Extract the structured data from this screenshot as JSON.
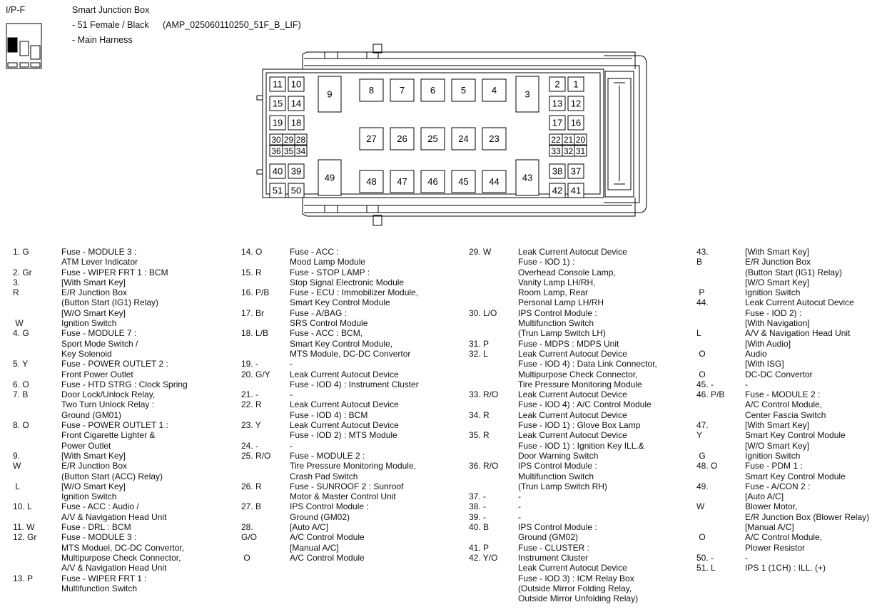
{
  "header": {
    "code": "I/P-F",
    "title": "Smart Junction Box",
    "line2": "- 51 Female / Black",
    "part_no": "(AMP_025060110250_51F_B_LIF)",
    "line3": "- Main Harness"
  },
  "pins": [
    "1",
    "2",
    "3",
    "4",
    "5",
    "6",
    "7",
    "8",
    "9",
    "10",
    "11",
    "12",
    "13",
    "14",
    "15",
    "16",
    "17",
    "18",
    "19",
    "20",
    "21",
    "22",
    "23",
    "24",
    "25",
    "26",
    "27",
    "28",
    "29",
    "30",
    "31",
    "32",
    "33",
    "34",
    "35",
    "36",
    "37",
    "38",
    "39",
    "40",
    "41",
    "42",
    "43",
    "44",
    "45",
    "46",
    "47",
    "48",
    "49",
    "50",
    "51"
  ],
  "legend": [
    [
      [
        "1. G",
        "Fuse - MODULE 3 :"
      ],
      [
        "",
        "ATM Lever Indicator"
      ],
      [
        "2. Gr",
        "Fuse - WIPER FRT 1 : BCM"
      ],
      [
        "3.",
        "[With Smart Key]"
      ],
      [
        "R",
        "E/R Junction Box"
      ],
      [
        "",
        "(Button Start (IG1) Relay)"
      ],
      [
        "",
        "[W/O Smart Key]"
      ],
      [
        " W",
        "Ignition Switch"
      ],
      [
        "4. G",
        "Fuse - MODULE 7 :"
      ],
      [
        "",
        "Sport Mode Switch /"
      ],
      [
        "",
        "Key Solenoid"
      ],
      [
        "5. Y",
        "Fuse - POWER OUTLET 2 :"
      ],
      [
        "",
        "Front Power Outlet"
      ],
      [
        "6. O",
        "Fuse - HTD STRG : Clock Spring"
      ],
      [
        "7. B",
        "Door Lock/Unlock Relay,"
      ],
      [
        "",
        "Two Turn Unlock Relay :"
      ],
      [
        "",
        "Ground (GM01)"
      ],
      [
        "8. O",
        "Fuse - POWER OUTLET 1 :"
      ],
      [
        "",
        "Front Cigarette Lighter &"
      ],
      [
        "",
        "Power Outlet"
      ],
      [
        "9.",
        "[With Smart Key]"
      ],
      [
        "W",
        "E/R Junction Box"
      ],
      [
        "",
        "(Button Start (ACC) Relay)"
      ],
      [
        " L",
        "[W/O Smart Key]"
      ],
      [
        "",
        "Ignition Switch"
      ],
      [
        "10. L",
        "Fuse - ACC : Audio /"
      ],
      [
        "",
        "A/V & Navigation Head Unit"
      ],
      [
        "11. W",
        "Fuse - DRL : BCM"
      ],
      [
        "12. Gr",
        "Fuse - MODULE 3 :"
      ],
      [
        "",
        "MTS Moduel, DC-DC Convertor,"
      ],
      [
        "",
        "Multipurpose Check Connector,"
      ],
      [
        "",
        "A/V & Navigation Head Unit"
      ],
      [
        "13. P",
        "Fuse - WIPER FRT 1 :"
      ],
      [
        "",
        "Multifunction Switch"
      ]
    ],
    [
      [
        "14. O",
        "Fuse - ACC :"
      ],
      [
        "",
        "Mood Lamp Module"
      ],
      [
        "15. R",
        "Fuse - STOP LAMP :"
      ],
      [
        "",
        "Stop Signal Electronic Module"
      ],
      [
        "16. P/B",
        "Fuse - ECU : Immobilizer Module,"
      ],
      [
        "",
        "Smart Key Control Module"
      ],
      [
        "17. Br",
        "Fuse - A/BAG :"
      ],
      [
        "",
        "SRS Control Module"
      ],
      [
        "18. L/B",
        "Fuse - ACC : BCM,"
      ],
      [
        "",
        "Smart Key Control Module,"
      ],
      [
        "",
        "MTS Module, DC-DC Convertor"
      ],
      [
        "19. -",
        "-"
      ],
      [
        "20. G/Y",
        "Leak Current Autocut Device"
      ],
      [
        "",
        "Fuse - IOD 4) : Instrument Cluster"
      ],
      [
        "21. -",
        "-"
      ],
      [
        "22. R",
        "Leak Current Autocut Device"
      ],
      [
        "",
        "Fuse - IOD 4) : BCM"
      ],
      [
        "23. Y",
        "Leak Current Autocut Device"
      ],
      [
        "",
        "Fuse - IOD 2) : MTS Module"
      ],
      [
        "24. -",
        "-"
      ],
      [
        "25. R/O",
        "Fuse - MODULE 2 :"
      ],
      [
        "",
        "Tire Pressure Monitoring Module,"
      ],
      [
        "",
        "Crash Pad Switch"
      ],
      [
        "26. R",
        "Fuse - SUNROOF 2 : Sunroof"
      ],
      [
        "",
        "Motor & Master Control Unit"
      ],
      [
        "27. B",
        "IPS Control Module :"
      ],
      [
        "",
        "Ground (GM02)"
      ],
      [
        "28.",
        "[Auto A/C]"
      ],
      [
        "G/O",
        "A/C Control Module"
      ],
      [
        "",
        "[Manual A/C]"
      ],
      [
        " O",
        "A/C Control Module"
      ]
    ],
    [
      [
        "29. W",
        "Leak Current Autocut Device"
      ],
      [
        "",
        "Fuse - IOD 1) :"
      ],
      [
        "",
        "Overhead Console Lamp,"
      ],
      [
        "",
        "Vanity Lamp LH/RH,"
      ],
      [
        "",
        "Room Lamp, Rear"
      ],
      [
        "",
        "Personal Lamp LH/RH"
      ],
      [
        "30. L/O",
        "IPS Control Module :"
      ],
      [
        "",
        "Multifunction Switch"
      ],
      [
        "",
        "(Trun Lamp Switch LH)"
      ],
      [
        "31. P",
        "Fuse - MDPS : MDPS Unit"
      ],
      [
        "32. L",
        "Leak Current Autocut Device"
      ],
      [
        "",
        "Fuse - IOD 4) : Data Link Connector,"
      ],
      [
        "",
        "Multipurpose Check Connector,"
      ],
      [
        "",
        "Tire Pressure Monitoring Module"
      ],
      [
        "33. R/O",
        "Leak Current Autocut Device"
      ],
      [
        "",
        "Fuse - IOD 4) : A/C Control Module"
      ],
      [
        "34. R",
        "Leak Current Autocut Device"
      ],
      [
        "",
        "Fuse - IOD 1) : Glove Box Lamp"
      ],
      [
        "35. R",
        "Leak Current Autocut Device"
      ],
      [
        "",
        "Fuse - IOD 1) : Ignition Key ILL.&"
      ],
      [
        "",
        "Door Warning Switch"
      ],
      [
        "36. R/O",
        "IPS Control Module :"
      ],
      [
        "",
        "Multifunction Switch"
      ],
      [
        "",
        "(Trun Lamp Switch RH)"
      ],
      [
        "37. -",
        "-"
      ],
      [
        "38. -",
        "-"
      ],
      [
        "39. -",
        "-"
      ],
      [
        "40. B",
        "IPS Control Module :"
      ],
      [
        "",
        "Ground (GM02)"
      ],
      [
        "41. P",
        "Fuse - CLUSTER :"
      ],
      [
        "42. Y/O",
        "Instrument Cluster"
      ],
      [
        "",
        "Leak Current Autocut Device"
      ],
      [
        "",
        "Fuse - IOD 3) : ICM Relay Box"
      ],
      [
        "",
        "(Outside Mirror Folding Relay,"
      ],
      [
        "",
        "Outside Mirror Unfolding Relay)"
      ]
    ],
    [
      [
        "43.",
        "[With Smart Key]"
      ],
      [
        "B",
        "E/R Junction Box"
      ],
      [
        "",
        "(Button Start (IG1) Relay)"
      ],
      [
        "",
        "[W/O Smart Key]"
      ],
      [
        " P",
        "Ignition Switch"
      ],
      [
        "44.",
        "Leak Current Autocut Device"
      ],
      [
        "",
        "Fuse - IOD 2) :"
      ],
      [
        "",
        "[With Navigation]"
      ],
      [
        "L",
        "A/V & Navigation Head Unit"
      ],
      [
        "",
        "[With Audio]"
      ],
      [
        " O",
        "Audio"
      ],
      [
        "",
        "[With ISG]"
      ],
      [
        " O",
        "DC-DC Convertor"
      ],
      [
        "45. -",
        "-"
      ],
      [
        "46. P/B",
        "Fuse - MODULE 2 :"
      ],
      [
        "",
        "A/C Control Module,"
      ],
      [
        "",
        "Center Fascia Switch"
      ],
      [
        "47.",
        "[With Smart Key]"
      ],
      [
        "Y",
        "Smart Key Control Module"
      ],
      [
        "",
        "[W/O Smart Key]"
      ],
      [
        " G",
        "Ignition Switch"
      ],
      [
        "48. O",
        "Fuse - PDM 1 :"
      ],
      [
        "",
        "Smart Key Control Module"
      ],
      [
        "49.",
        "Fuse - A/CON 2 :"
      ],
      [
        "",
        "[Auto A/C]"
      ],
      [
        "W",
        "Blower Motor,"
      ],
      [
        "",
        "E/R Junction Box (Blower Relay)"
      ],
      [
        "",
        "[Manual A/C]"
      ],
      [
        " O",
        "A/C Control Module,"
      ],
      [
        "",
        "Plower Resistor"
      ],
      [
        "50. -",
        "-"
      ],
      [
        "51. L",
        "IPS 1 (1CH) : ILL. (+)"
      ]
    ]
  ]
}
